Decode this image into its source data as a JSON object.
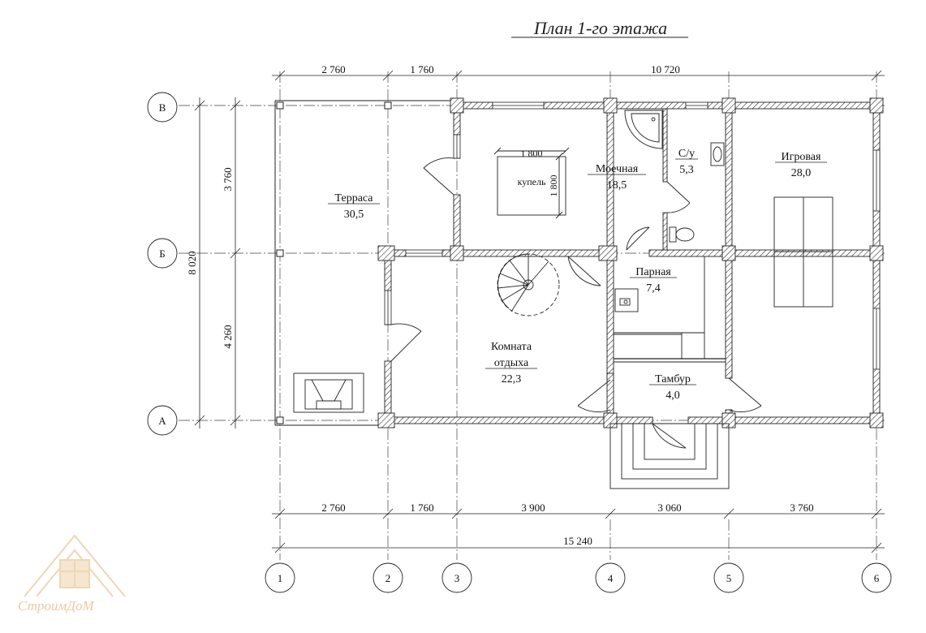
{
  "title": "План 1-го этажа",
  "top_dims": [
    "2 760",
    "1 760",
    "10 720"
  ],
  "bottom_dims": [
    "2 760",
    "1 760",
    "3 900",
    "3 060",
    "3 760"
  ],
  "bottom_total": "15 240",
  "left_dims": [
    "3 760",
    "4 260"
  ],
  "left_total": "8 020",
  "row_axes": [
    "В",
    "Б",
    "А"
  ],
  "col_axes": [
    "1",
    "2",
    "3",
    "4",
    "5",
    "6"
  ],
  "rooms": {
    "terrace": {
      "name": "Терраса",
      "area": "30,5"
    },
    "washroom": {
      "name": "Моечная",
      "area": "18,5"
    },
    "wc": {
      "name": "С/у",
      "area": "5,3"
    },
    "playroom": {
      "name": "Игровая",
      "area": "28,0"
    },
    "steam": {
      "name": "Парная",
      "area": "7,4"
    },
    "rest_room": {
      "name1": "Комната",
      "name2": "отдыха",
      "area": "22,3"
    },
    "vestibule": {
      "name": "Тамбур",
      "area": "4,0"
    }
  },
  "font_label": {
    "w": "1 800",
    "h": "1 800",
    "name": "купель"
  },
  "logo_text": "СтроимДоМ"
}
